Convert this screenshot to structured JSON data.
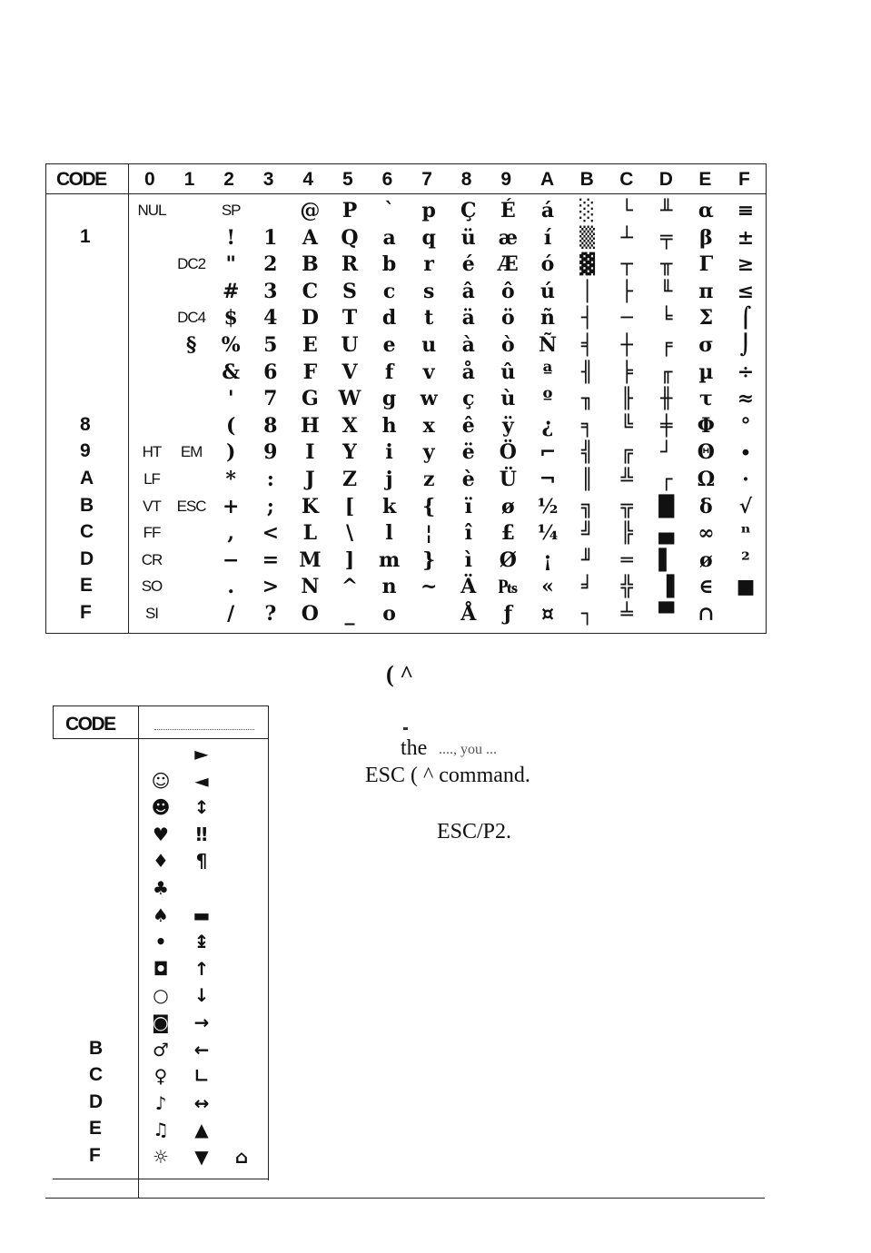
{
  "table1": {
    "code_header": "CODE",
    "col_headers": [
      "0",
      "1",
      "2",
      "3",
      "4",
      "5",
      "6",
      "7",
      "8",
      "9",
      "A",
      "B",
      "C",
      "D",
      "E",
      "F"
    ],
    "row_labels": [
      "",
      "1",
      "",
      "",
      "",
      "",
      "",
      "",
      "8",
      "9",
      "A",
      "B",
      "C",
      "D",
      "E",
      "F"
    ],
    "columns": [
      [
        "NUL",
        "",
        "",
        "",
        "",
        "",
        "",
        "",
        "",
        "HT",
        "LF",
        "VT",
        "FF",
        "CR",
        "SO",
        "SI"
      ],
      [
        "",
        "",
        "DC2",
        "",
        "DC4",
        "§",
        "",
        "",
        "",
        "EM",
        "",
        "ESC",
        "",
        "",
        "",
        ""
      ],
      [
        "SP",
        "!",
        "\"",
        "#",
        "$",
        "%",
        "&",
        "'",
        "(",
        ")",
        "*",
        "+",
        ",",
        "−",
        ".",
        "/"
      ],
      [
        "",
        "1",
        "2",
        "3",
        "4",
        "5",
        "6",
        "7",
        "8",
        "9",
        ":",
        ";",
        "<",
        "=",
        ">",
        "?"
      ],
      [
        "@",
        "A",
        "B",
        "C",
        "D",
        "E",
        "F",
        "G",
        "H",
        "I",
        "J",
        "K",
        "L",
        "M",
        "N",
        "O"
      ],
      [
        "P",
        "Q",
        "R",
        "S",
        "T",
        "U",
        "V",
        "W",
        "X",
        "Y",
        "Z",
        "[",
        "\\",
        "]",
        "^",
        "_"
      ],
      [
        "`",
        "a",
        "b",
        "c",
        "d",
        "e",
        "f",
        "g",
        "h",
        "i",
        "j",
        "k",
        "l",
        "m",
        "n",
        "o"
      ],
      [
        "p",
        "q",
        "r",
        "s",
        "t",
        "u",
        "v",
        "w",
        "x",
        "y",
        "z",
        "{",
        "¦",
        "}",
        "~",
        ""
      ],
      [
        "Ç",
        "ü",
        "é",
        "â",
        "ä",
        "à",
        "å",
        "ç",
        "ê",
        "ë",
        "è",
        "ï",
        "î",
        "ì",
        "Ä",
        "Å"
      ],
      [
        "É",
        "æ",
        "Æ",
        "ô",
        "ö",
        "ò",
        "û",
        "ù",
        "ÿ",
        "Ö",
        "Ü",
        "ø",
        "£",
        "Ø",
        "₧",
        "ƒ"
      ],
      [
        "á",
        "í",
        "ó",
        "ú",
        "ñ",
        "Ñ",
        "ª",
        "º",
        "¿",
        "⌐",
        "¬",
        "½",
        "¼",
        "¡",
        "«",
        "¤"
      ],
      [
        "░",
        "▒",
        "▓",
        "│",
        "┤",
        "╡",
        "╢",
        "╖",
        "╕",
        "╣",
        "║",
        "╗",
        "╝",
        "╜",
        "╛",
        "┐"
      ],
      [
        "└",
        "┴",
        "┬",
        "├",
        "─",
        "┼",
        "╞",
        "╟",
        "╚",
        "╔",
        "╩",
        "╦",
        "╠",
        "═",
        "╬",
        "╧"
      ],
      [
        "╨",
        "╤",
        "╥",
        "╙",
        "╘",
        "╒",
        "╓",
        "╫",
        "╪",
        "┘",
        "┌",
        "█",
        "▄",
        "▌",
        "▐",
        "▀"
      ],
      [
        "α",
        "β",
        "Γ",
        "π",
        "Σ",
        "σ",
        "µ",
        "τ",
        "Φ",
        "Θ",
        "Ω",
        "δ",
        "∞",
        "ø",
        "∈",
        "∩"
      ],
      [
        "≡",
        "±",
        "≥",
        "≤",
        "⌠",
        "⌡",
        "÷",
        "≈",
        "°",
        "∙",
        "·",
        "√",
        "ⁿ",
        "²",
        "■",
        ""
      ]
    ]
  },
  "heading_fragment": "( ^",
  "table2": {
    "code_header": "CODE",
    "row_labels": [
      "",
      "",
      "",
      "",
      "",
      "",
      "",
      "",
      "",
      "",
      "",
      "B",
      "C",
      "D",
      "E",
      "F"
    ],
    "col_a": [
      "",
      "☺",
      "☻",
      "♥",
      "♦",
      "♣",
      "♠",
      "•",
      "◘",
      "○",
      "◙",
      "♂",
      "♀",
      "♪",
      "♫",
      "☼"
    ],
    "col_b": [
      "►",
      "◄",
      "↕",
      "‼",
      "¶",
      "",
      "▬",
      "↨",
      "↑",
      "↓",
      "→",
      "←",
      "∟",
      "↔",
      "▲",
      "▼"
    ],
    "col_c": [
      "",
      "",
      "",
      "",
      "",
      "",
      "",
      "",
      "",
      "",
      "",
      "",
      "",
      "",
      "",
      "⌂"
    ]
  },
  "text": {
    "line1": "the",
    "line1_fragment": "...., you ...",
    "line2": "ESC ( ^ command.",
    "line3": "ESC/P2."
  }
}
